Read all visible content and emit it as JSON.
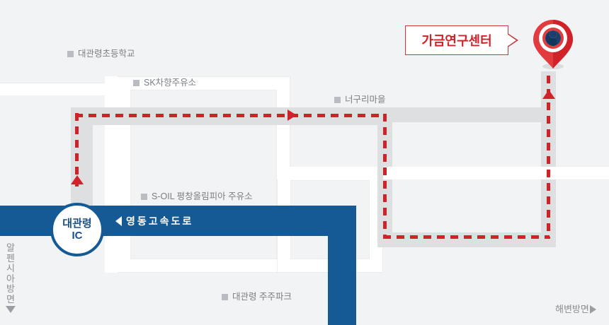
{
  "map": {
    "background_color": "#f2f3f4",
    "road_color": "#ffffff",
    "corridor_color": "#dedfe0",
    "route_color": "#cf2229",
    "expressway_color": "#155a94"
  },
  "destination": {
    "label": "가금연구센터",
    "label_color": "#cf2229",
    "border_color": "#c9393c",
    "pin_icon": "map-pin-taegeuk-icon"
  },
  "expressway": {
    "name": "영동고속도로",
    "direction_icon": "triangle-left-icon",
    "interchange": {
      "name": "대관령",
      "type": "IC"
    }
  },
  "pois": [
    {
      "name": "대관령초등학교",
      "icon": "poi-square-icon"
    },
    {
      "name": "SK차향주유소",
      "icon": "poi-square-icon"
    },
    {
      "name": "너구리마을",
      "icon": "poi-square-icon"
    },
    {
      "name": "S-OIL 평창올림피아 주유소",
      "icon": "poi-square-icon"
    },
    {
      "name": "대관령 주주파크",
      "icon": "poi-square-icon"
    }
  ],
  "edge_directions": {
    "left_bottom": {
      "label": "알펜시아방면",
      "chars": [
        "알",
        "펜",
        "시",
        "아",
        "방",
        "면"
      ],
      "arrow_icon": "triangle-down-icon"
    },
    "right_bottom": {
      "label": "해변방면",
      "arrow_icon": "triangle-right-icon"
    }
  },
  "route": {
    "style": "dashed",
    "color": "#cf2229",
    "arrows": [
      {
        "name": "route-arrow-up-left",
        "direction": "up"
      },
      {
        "name": "route-arrow-right-top",
        "direction": "right"
      },
      {
        "name": "route-arrow-up-right",
        "direction": "up"
      }
    ]
  }
}
